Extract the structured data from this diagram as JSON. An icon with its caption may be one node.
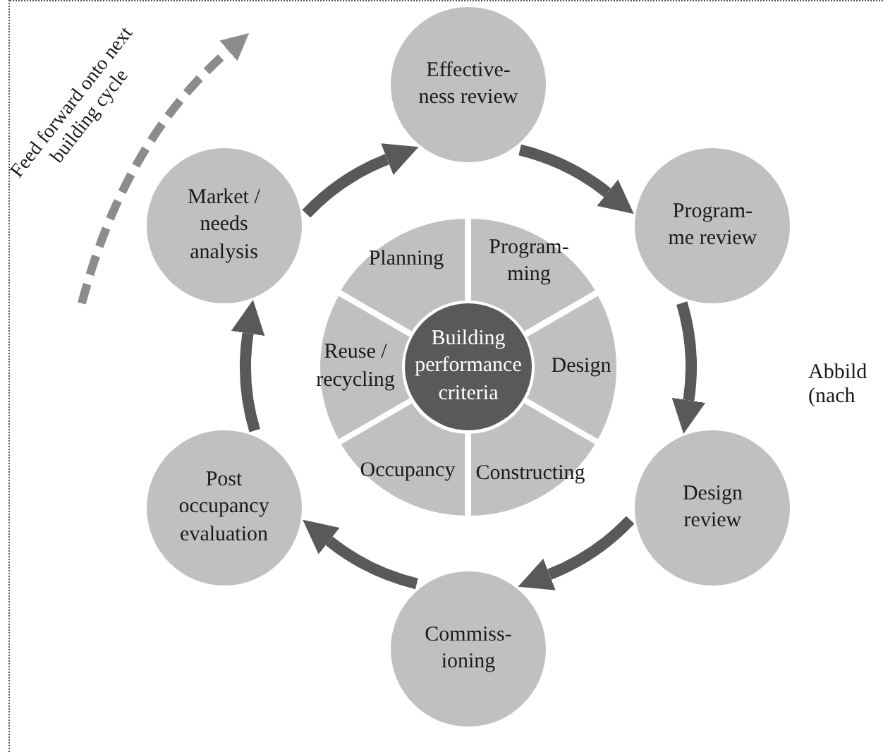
{
  "diagram": {
    "nodes": [
      {
        "text": [
          "Effective- ness review"
        ]
      },
      {
        "text": [
          "Market / needs analysis"
        ]
      },
      {
        "text": [
          "Program- me review"
        ]
      },
      {
        "text": [
          "Planning"
        ]
      },
      {
        "text": [
          "Program- ming"
        ]
      },
      {
        "text": [
          "Reuse / recycling"
        ]
      },
      {
        "text": [
          "Building performance criteria"
        ]
      },
      {
        "text": [
          "Design"
        ]
      },
      {
        "text": [
          "Occupancy"
        ]
      },
      {
        "text": [
          "Constructing"
        ]
      },
      {
        "text": [
          "Post occupancy evaluation"
        ]
      },
      {
        "text": [
          "Design review"
        ]
      },
      {
        "text": [
          "Commiss- ioning"
        ]
      }
    ],
    "edges": [
      {
        "from": 1,
        "to": 0,
        "arrow": "to"
      },
      {
        "from": 0,
        "to": 2,
        "arrow": "to"
      },
      {
        "from": 2,
        "to": 11,
        "arrow": "to"
      },
      {
        "from": 11,
        "to": 12,
        "arrow": "to"
      },
      {
        "from": 12,
        "to": 10,
        "arrow": "to"
      },
      {
        "from": 10,
        "to": 1,
        "arrow": "to"
      }
    ],
    "labels": [
      "Feed forward onto next building cycle",
      "Abbild",
      "(nach"
    ]
  }
}
